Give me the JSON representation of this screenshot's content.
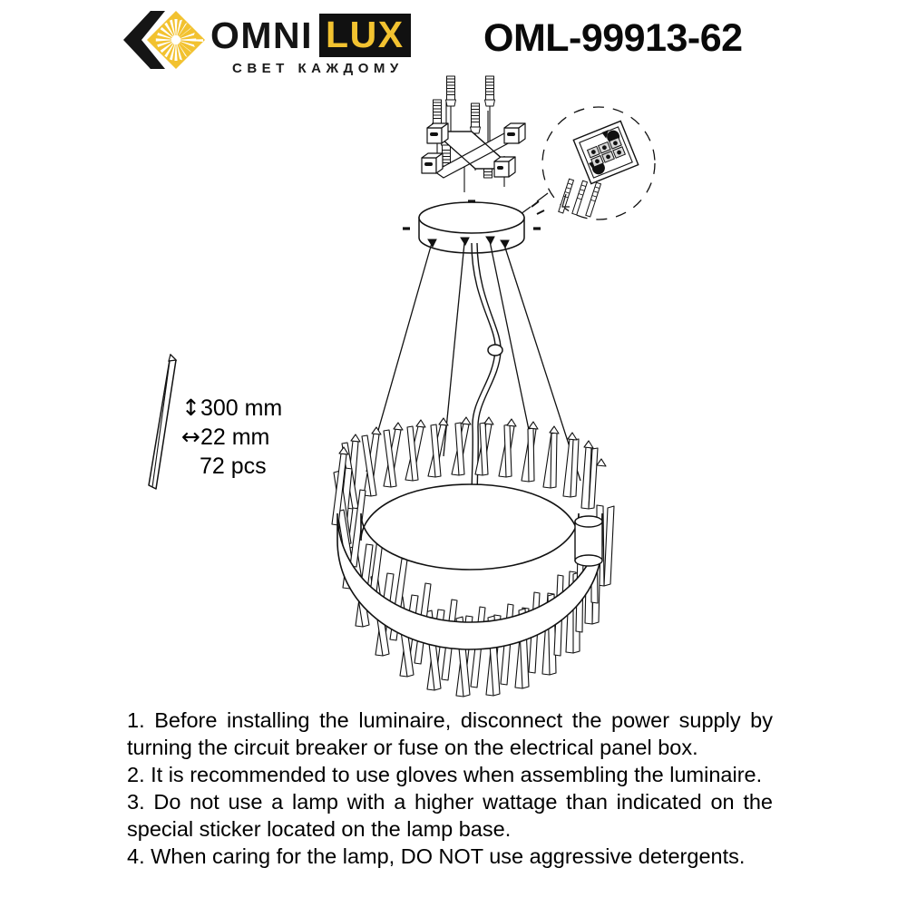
{
  "header": {
    "logo": {
      "mark_icon": "omnilux-chevron-diamond-sunburst-logo",
      "brand_first": "OMNI",
      "brand_second": "LUX",
      "tagline": "СВЕТ КАЖДОМУ",
      "accent_color": "#F2C230",
      "dark_color": "#111111"
    },
    "product_code": "OML-99913-62"
  },
  "part_spec": {
    "part_icon": "crystal-rod-icon",
    "length_symbol": "↕",
    "length": "300 mm",
    "width_symbol": "↔",
    "width": "22 mm",
    "quantity": "72 pcs"
  },
  "diagram": {
    "title": "pendant-chandelier-installation-diagram",
    "parts": [
      "wall-plug-and-screw",
      "cross-mounting-bracket",
      "ceiling-canopy",
      "suspension-cable",
      "power-cable",
      "cable-clamp-loop",
      "crystal-rod-drum",
      "decorative-ring-band",
      "terminal-block",
      "screw-set"
    ],
    "callout": {
      "style": "dashed-circle",
      "contents": [
        "terminal-block",
        "screw-set"
      ]
    }
  },
  "instructions": [
    "1. Before installing the luminaire, disconnect the power supply by turning the circuit breaker or fuse on the electrical panel box.",
    "2. It is recommended to use gloves when assembling the luminaire.",
    "3. Do not use a lamp with a higher wattage than indicated on the special sticker located on the lamp base.",
    "4. When caring for the lamp, DO NOT use aggressive detergents."
  ]
}
